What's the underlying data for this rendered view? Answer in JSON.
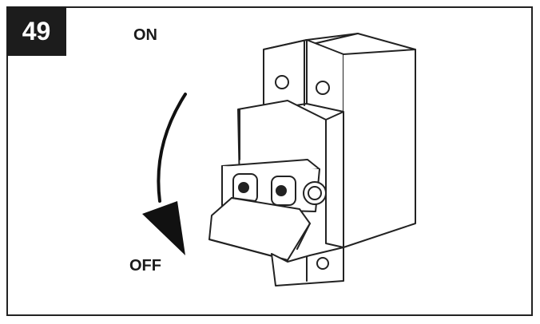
{
  "step": {
    "number": "49"
  },
  "labels": {
    "on": "ON",
    "off": "OFF"
  },
  "colors": {
    "badge": "#1c1c1c",
    "line": "#222222",
    "arrow": "#111111"
  },
  "icons": {
    "arrow": "curved-arrow-down-icon",
    "device": "circuit-breaker-icon"
  }
}
